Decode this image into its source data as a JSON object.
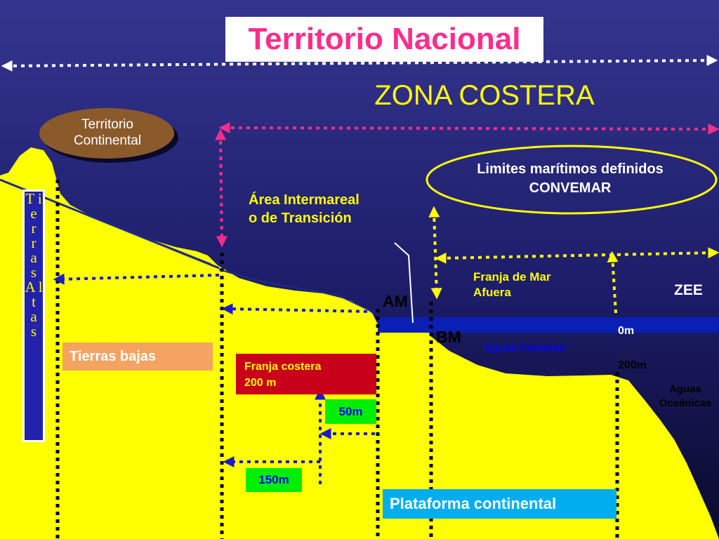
{
  "title": "Territorio Nacional",
  "zona_costera": "ZONA COSTERA",
  "territorio_continental": [
    "Territorio",
    "Continental"
  ],
  "area_intermareal": [
    "Área Intermareal",
    "o de Transición"
  ],
  "limites": [
    "Limites marítimos definidos",
    "CONVEMAR"
  ],
  "franja_mar_afuera": [
    "Franja de Mar",
    "Afuera"
  ],
  "zee": "ZEE",
  "am": "AM",
  "bm": "BM",
  "depth_0m": "0m",
  "depth_200m": "200m",
  "aguas_costeras": "Aguas Costeras",
  "aguas_oceanicas": [
    "Aguas",
    "Oceánicas"
  ],
  "tierras_bajas": "Tierras bajas",
  "franja_costera": [
    "Franja costera",
    "200 m"
  ],
  "m50": "50m",
  "m150": "150m",
  "plataforma": "Plataforma continental",
  "tierras_altas": [
    "T i",
    "e",
    "r",
    "r",
    "a",
    "s",
    "",
    "A l",
    "t",
    "a",
    "s"
  ],
  "colors": {
    "land": "#ffff00",
    "sky_top": "#35358f",
    "sea_band": "#0a20b4",
    "pink_arrow": "#ff2d8a",
    "yellow_arrow": "#ffff00",
    "blue_arrow": "#1a1ad0",
    "title_text": "#ff2d8a",
    "ellipse_fill": "#8b5a2b"
  }
}
